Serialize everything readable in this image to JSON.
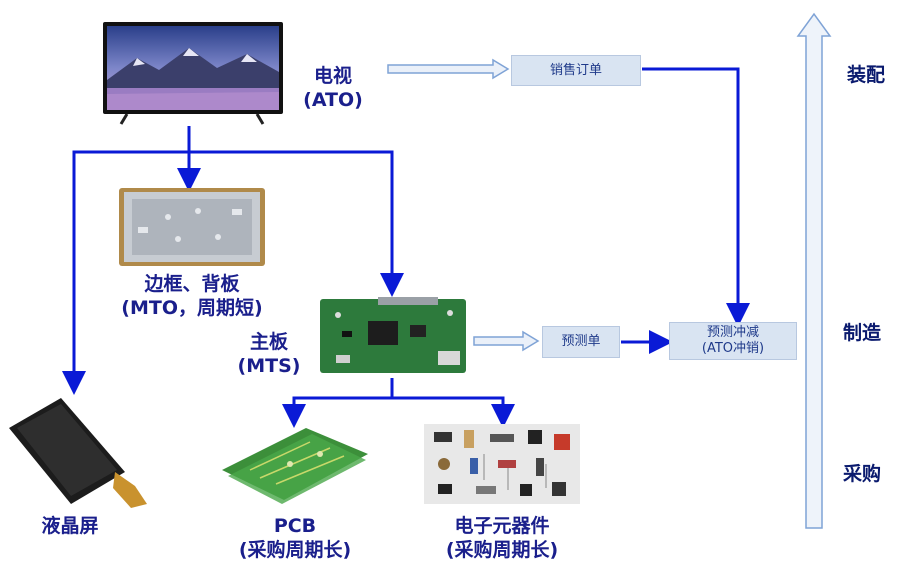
{
  "nodes": {
    "tv": {
      "name": "电视",
      "type": "(ATO)"
    },
    "frame": {
      "name": "边框、背板",
      "type": "(MTO，周期短)"
    },
    "board": {
      "name": "主板",
      "type": "(MTS)"
    },
    "lcd": {
      "name": "液晶屏"
    },
    "pcb": {
      "name": "PCB",
      "type": "(采购周期长)"
    },
    "components": {
      "name": "电子元器件",
      "type": "(采购周期长)"
    }
  },
  "process_boxes": {
    "sales_order": "销售订单",
    "forecast": "预测单",
    "forecast_offset": {
      "line1": "预测冲减",
      "line2": "(ATO冲销)"
    }
  },
  "stages": {
    "assembly": "装配",
    "manufacturing": "制造",
    "procurement": "采购"
  },
  "colors": {
    "connector": "#0a1ad6",
    "label": "#1a1f8c",
    "box_fill": "#d9e4f2",
    "hollow_arrow": "#7fa3d6"
  }
}
